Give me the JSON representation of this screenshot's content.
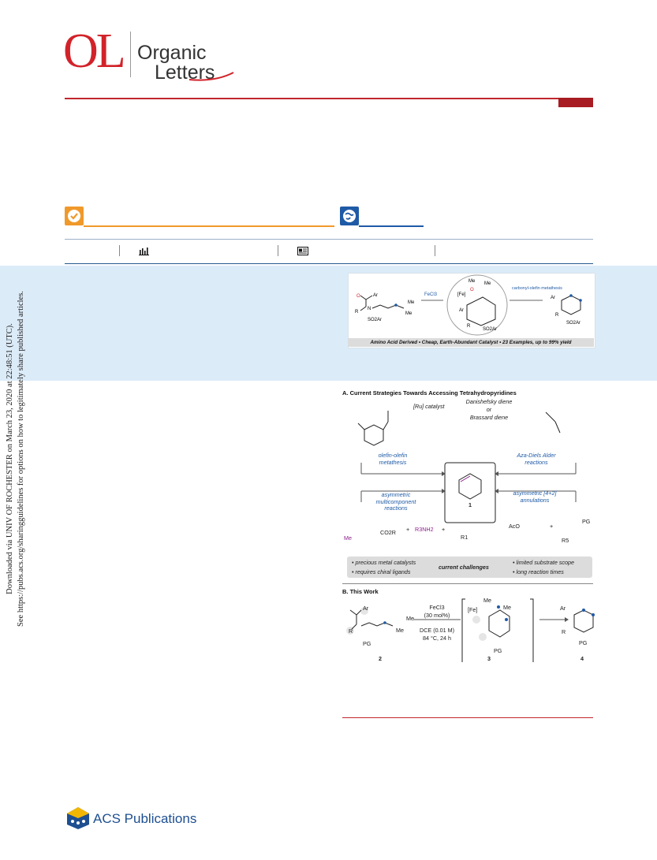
{
  "journal": {
    "logo_letters": "OL",
    "name_line1": "Organic",
    "name_line2": "Letters"
  },
  "badges": {
    "check_icon": "check-circle-icon",
    "globe_icon": "globe-icon"
  },
  "metrics": {
    "chart_icon": "bar-chart-icon",
    "article_icon": "article-icon"
  },
  "toc": {
    "reagent": "FeCl3",
    "step2": "carbonyl-olefin metathesis",
    "caption": "Amino Acid Derived   •   Cheap, Earth-Abundant Catalyst   •   23 Examples, up to 99% yield",
    "labels": {
      "ar": "Ar",
      "me": "Me",
      "fe": "[Fe]",
      "o": "O",
      "n": "N",
      "r": "R",
      "so2ar": "SO2Ar"
    }
  },
  "scheme": {
    "section_a": "A. Current Strategies Towards Accessing Tetrahydropyridines",
    "ru_catalyst": "[Ru] catalyst",
    "diene_1": "Danishefsky diene",
    "diene_or": "or",
    "diene_2": "Brassard diene",
    "olefin_metathesis": "olefin-olefin metathesis",
    "aza_diels_alder": "Aza-Diels Alder reactions",
    "multicomponent": "asymmetric multicomponent reactions",
    "annulations": "asymmetric [4+2] annulations",
    "compound_1": "1",
    "reagents_row": {
      "ester": "CO2R",
      "amine": "R3NH2",
      "plus": "+",
      "acetoxy": "AcO",
      "pg": "PG",
      "r5": "R5",
      "r1": "R1",
      "me": "Me"
    },
    "challenges": {
      "title": "current challenges",
      "left_1": "• precious metal catalysts",
      "left_2": "• requires chiral ligands",
      "right_1": "• limited substrate scope",
      "right_2": "• long reaction times"
    },
    "section_b": "B. This Work",
    "cond_1": "FeCl3",
    "cond_2": "(30 mol%)",
    "cond_3": "DCE (0.01 M)",
    "cond_4": "84 °C, 24 h",
    "compound_2": "2",
    "compound_3": "3",
    "compound_4": "4",
    "pg": "PG"
  },
  "side_note": {
    "line1": "Downloaded via UNIV OF ROCHESTER on March 23, 2020 at 22:48:51 (UTC).",
    "line2": "See https://pubs.acs.org/sharingguidelines for options on how to legitimately share published articles."
  },
  "footer": {
    "publisher": "ACS Publications"
  },
  "colors": {
    "brand_red": "#c1272d",
    "orange": "#f0992b",
    "blue": "#1f5aa6",
    "panel": "#dcebf8",
    "purple": "#8a1f8a"
  }
}
